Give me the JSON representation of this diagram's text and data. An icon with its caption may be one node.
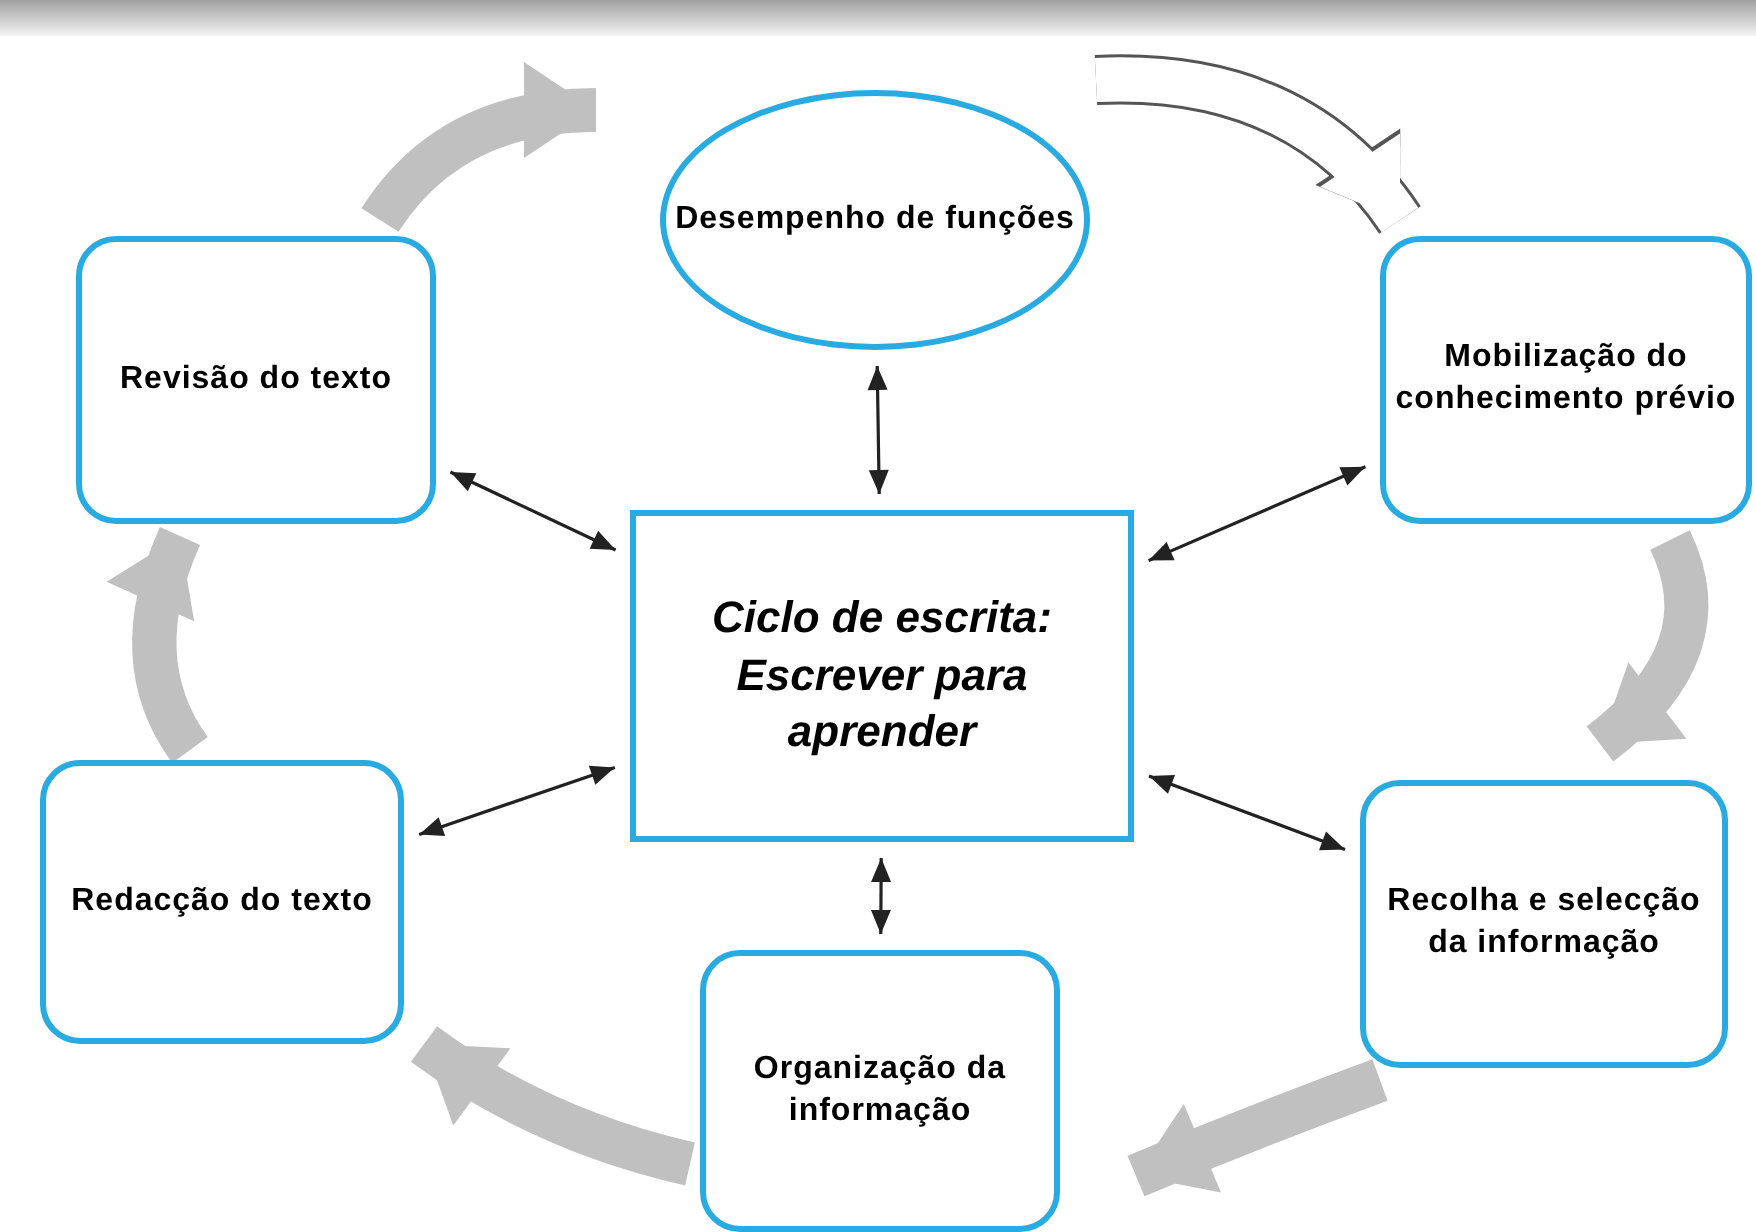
{
  "diagram": {
    "nodes": [
      {
        "text": [
          "Desempenho de funções"
        ]
      },
      {
        "text": [
          "Mobilização do conhecimento prévio"
        ]
      },
      {
        "text": [
          "Recolha e selecção da informação"
        ]
      },
      {
        "text": [
          "Organização da informação"
        ]
      },
      {
        "text": [
          "Redacção do texto"
        ]
      },
      {
        "text": [
          "Revisão do texto"
        ]
      },
      {
        "text": [
          "Ciclo de escrita: Escrever para aprender"
        ]
      }
    ],
    "edges": [
      {
        "from": 6,
        "to": 0,
        "arrow": "both"
      },
      {
        "from": 6,
        "to": 1,
        "arrow": "both"
      },
      {
        "from": 6,
        "to": 2,
        "arrow": "both"
      },
      {
        "from": 6,
        "to": 3,
        "arrow": "both"
      },
      {
        "from": 6,
        "to": 4,
        "arrow": "both"
      },
      {
        "from": 6,
        "to": 5,
        "arrow": "both"
      },
      {
        "from": 5,
        "to": 0,
        "arrow": "to",
        "style": "thick",
        "color": "#c0c0c0"
      },
      {
        "from": 0,
        "to": 1,
        "arrow": "to",
        "style": "thick",
        "color": "#555555"
      },
      {
        "from": 1,
        "to": 2,
        "arrow": "to",
        "style": "thick",
        "color": "#c0c0c0"
      },
      {
        "from": 2,
        "to": 3,
        "arrow": "to",
        "style": "thick",
        "color": "#c0c0c0"
      },
      {
        "from": 3,
        "to": 4,
        "arrow": "to",
        "style": "thick",
        "color": "#c0c0c0"
      },
      {
        "from": 4,
        "to": 5,
        "arrow": "to",
        "style": "thick",
        "color": "#c0c0c0"
      }
    ]
  }
}
